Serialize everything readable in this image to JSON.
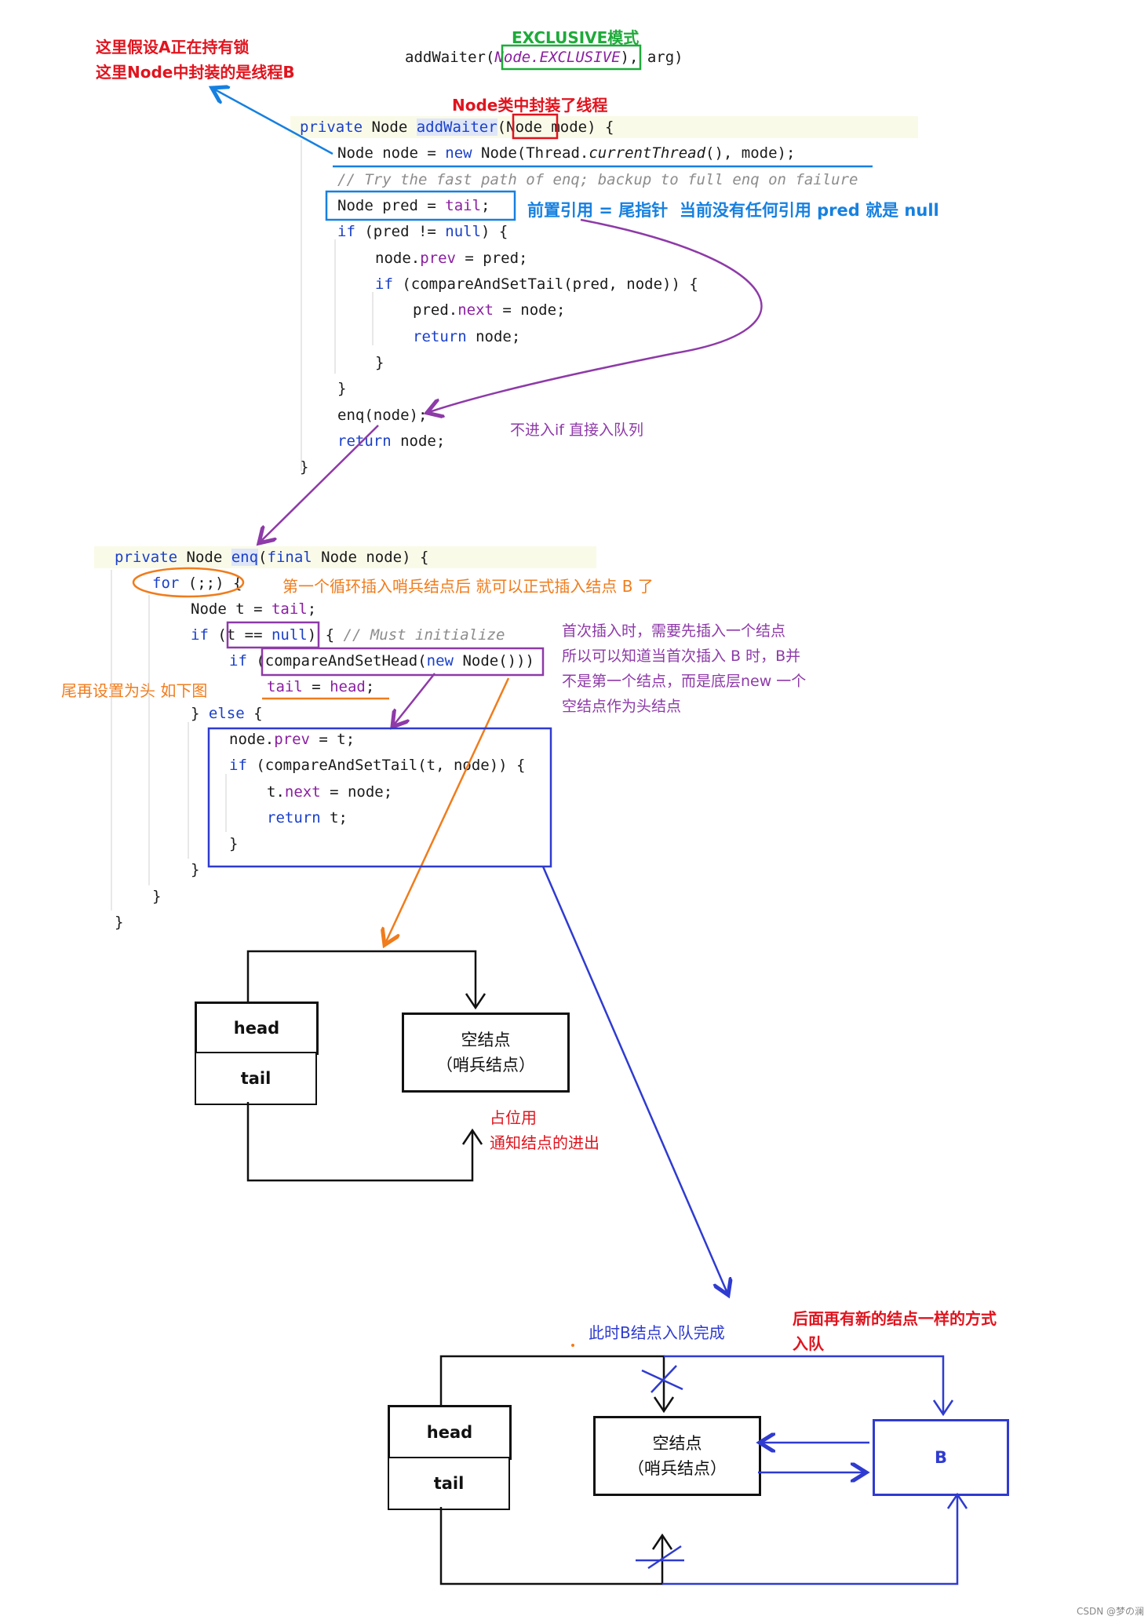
{
  "annotations": {
    "assume_a": "这里假设A正在持有锁",
    "node_b": "这里Node中封装的是线程B",
    "exclusive_mode": "EXCLUSIVE模式",
    "node_thread": "Node类中封装了线程",
    "pred_tail": "前置引用 = 尾指针  当前没有任何引用 pred 就是 null",
    "not_enter_if": "不进入if 直接入队列",
    "first_loop": "第一个循环插入哨兵结点后 就可以正式插入结点 B 了",
    "first_insert": "首次插入时，需要先插入一个结点\n所以可以知道当首次插入 B 时，B并\n不是第一个结点，而是底层new 一个\n空结点作为头结点",
    "tail_head": "尾再设置为头 如下图",
    "placeholder": "占位用\n通知结点的进出",
    "b_done": "此时B结点入队完成",
    "later_nodes": "后面再有新的结点一样的方式\n入队"
  },
  "code": {
    "call": {
      "prefix": "addWaiter(",
      "arg": "Node.EXCLUSIVE",
      "suffix": "), arg)"
    },
    "add_waiter": {
      "signature_prefix": "private Node ",
      "method": "addWaiter",
      "param_type": "Node",
      "param_rest": " mode) {",
      "line1_prefix": "Node node = ",
      "line1_kw": "new",
      "line1_mid": " Node(Thread.",
      "line1_call": "currentThread",
      "line1_suffix": "(), mode);",
      "comment": "// Try the fast path of enq; backup to full enq on failure",
      "pred_prefix": "Node pred = ",
      "pred_field": "tail",
      "pred_suffix": ";",
      "if_kw": "if",
      "if_rest": " (pred != ",
      "if_null": "null",
      "if_end": ") {",
      "prev_prefix": "node.",
      "prev_field": "prev",
      "prev_suffix": " = pred;",
      "cas_kw": "if",
      "cas_rest": " (compareAndSetTail(pred, node)) {",
      "next_prefix": "pred.",
      "next_field": "next",
      "next_suffix": " = node;",
      "ret_kw": "return",
      "ret_rest": " node;",
      "close_inner": "}",
      "close_if": "}",
      "enq_call": "enq(node);",
      "final_ret_kw": "return",
      "final_ret_rest": " node;",
      "close_method": "}"
    },
    "enq": {
      "sig_kw": "private",
      "sig_type": " Node ",
      "sig_name": "enq",
      "sig_open": "(",
      "sig_final": "final",
      "sig_rest": " Node node) {",
      "for_kw": "for",
      "for_rest": " (;;) {",
      "t_prefix": "Node t = ",
      "t_field": "tail",
      "t_suffix": ";",
      "if_kw": "if",
      "if_open": " (",
      "if_cond_a": "t == ",
      "if_cond_null": "null",
      "if_close": ") { ",
      "if_comment": "// Must initialize",
      "cas_head_kw": "if",
      "cas_head_a": " (compareAndSetHead(",
      "cas_head_new": "new",
      "cas_head_b": " Node()))",
      "tail_field": "tail",
      "tail_mid": " = ",
      "tail_head": "head",
      "tail_end": ";",
      "else_a": "} ",
      "else_kw": "else",
      "else_b": " {",
      "prev_a": "node.",
      "prev_field": "prev",
      "prev_b": " = t;",
      "cas_tail_kw": "if",
      "cas_tail_rest": " (compareAndSetTail(t, node)) {",
      "next_a": "t.",
      "next_field": "next",
      "next_b": " = node;",
      "ret_kw": "return",
      "ret_rest": " t;",
      "close_inner": "}",
      "close_else": "}",
      "close_for": "}",
      "close_method": "}"
    }
  },
  "diagram1": {
    "head": "head",
    "tail": "tail",
    "sentinel": "空结点\n（哨兵结点）"
  },
  "diagram2": {
    "head": "head",
    "tail": "tail",
    "sentinel": "空结点\n（哨兵结点）",
    "node_b": "B"
  },
  "watermark": "CSDN @梦の澜",
  "colors": {
    "red": "#e0141e",
    "green": "#1faa3a",
    "blue": "#1680e0",
    "purple": "#8e3aa8",
    "orange": "#f07c1c",
    "navy": "#2f3bd0"
  }
}
